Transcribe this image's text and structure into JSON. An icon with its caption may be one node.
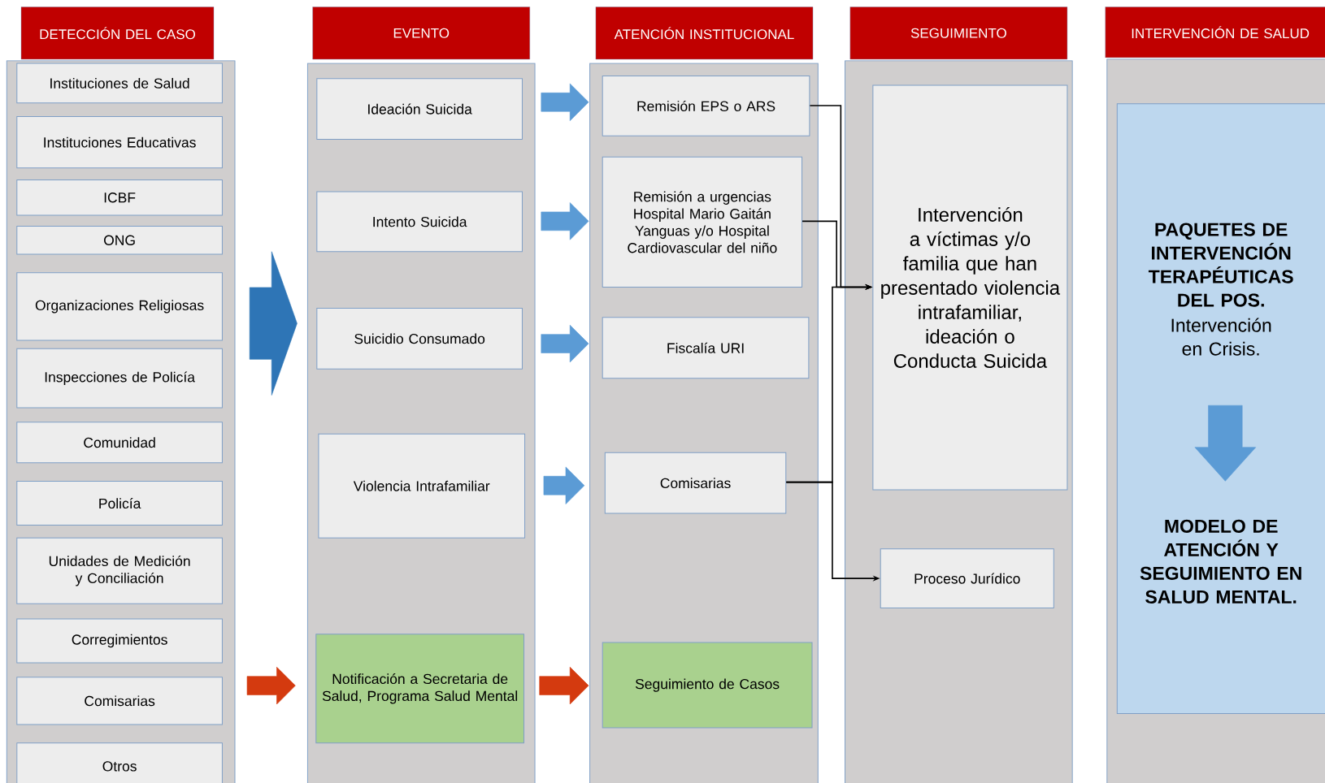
{
  "diagram": {
    "nodes": [
      {
        "text": [
          "DETECCIÓN DEL CASO"
        ]
      },
      {
        "text": [
          "Instituciones de Salud"
        ],
        "in": 0
      },
      {
        "text": [
          "Instituciones Educativas"
        ],
        "in": 0
      },
      {
        "text": [
          "ICBF"
        ],
        "in": 0
      },
      {
        "text": [
          "ONG"
        ],
        "in": 0
      },
      {
        "text": [
          "Organizaciones Religiosas"
        ],
        "in": 0
      },
      {
        "text": [
          "Inspecciones de Policía"
        ],
        "in": 0
      },
      {
        "text": [
          "Comunidad"
        ],
        "in": 0
      },
      {
        "text": [
          "Policía"
        ],
        "in": 0
      },
      {
        "text": [
          "Unidades de Medición y Conciliación"
        ],
        "in": 0
      },
      {
        "text": [
          "Corregimientos"
        ],
        "in": 0
      },
      {
        "text": [
          "Comisarias"
        ],
        "in": 0
      },
      {
        "text": [
          "Otros"
        ],
        "in": 0
      },
      {
        "text": [
          "EVENTO"
        ]
      },
      {
        "text": [
          "Ideación Suicida"
        ],
        "in": 13
      },
      {
        "text": [
          "Intento Suicida"
        ],
        "in": 13
      },
      {
        "text": [
          "Suicidio Consumado"
        ],
        "in": 13
      },
      {
        "text": [
          "Violencia Intrafamiliar"
        ],
        "in": 13
      },
      {
        "text": [
          "Notificación a Secretaria de Salud, Programa Salud Mental"
        ],
        "in": 13
      },
      {
        "text": [
          "ATENCIÓN INSTITUCIONAL"
        ]
      },
      {
        "text": [
          "Remisión EPS o ARS"
        ],
        "in": 19
      },
      {
        "text": [
          "Remisión a urgencias Hospital Mario Gaitán Yanguas y/o Hospital Cardiovascular del niño"
        ],
        "in": 19
      },
      {
        "text": [
          "Fiscalía URI"
        ],
        "in": 19
      },
      {
        "text": [
          "Comisarias"
        ],
        "in": 19
      },
      {
        "text": [
          "Seguimiento de Casos"
        ],
        "in": 19
      },
      {
        "text": [
          "SEGUIMIENTO"
        ]
      },
      {
        "text": [
          "Intervención a víctimas y/o familia que han presentado violencia intrafamiliar, ideación o Conducta Suicida"
        ],
        "in": 25
      },
      {
        "text": [
          "Proceso Jurídico"
        ],
        "in": 25
      },
      {
        "text": [
          "INTERVENCIÓN DE SALUD"
        ]
      },
      {
        "text": [],
        "shape": "box",
        "in": 28
      },
      {
        "text": [
          "PAQUETES DE INTERVENCIÓN TERAPÉUTICAS DEL POS.",
          "Intervención en Crisis."
        ],
        "in": 29
      },
      {
        "text": [
          "MODELO DE ATENCIÓN Y SEGUIMIENTO EN SALUD MENTAL."
        ],
        "in": 29
      }
    ],
    "edges": [
      {
        "from": 0,
        "to": 13,
        "arrow": "to",
        "style": "thick",
        "color": "#2e75b6"
      },
      {
        "from": 0,
        "to": 18,
        "arrow": "to",
        "color": "#d43a0f"
      },
      {
        "from": 14,
        "to": 20,
        "arrow": "to"
      },
      {
        "from": 15,
        "to": 21,
        "arrow": "to"
      },
      {
        "from": 16,
        "to": 22,
        "arrow": "to"
      },
      {
        "from": 17,
        "to": 23,
        "arrow": "to"
      },
      {
        "from": 18,
        "to": 24,
        "arrow": "to",
        "color": "#d43a0f"
      },
      {
        "from": 20,
        "to": 26,
        "arrow": "to",
        "color": "#000000"
      },
      {
        "from": 21,
        "to": 26,
        "arrow": "to",
        "color": "#000000"
      },
      {
        "from": 23,
        "to": 26,
        "arrow": "to",
        "color": "#000000"
      },
      {
        "from": 23,
        "to": 27,
        "arrow": "to",
        "color": "#000000"
      },
      {
        "from": 30,
        "to": 31,
        "arrow": "to",
        "style": "thick"
      }
    ]
  }
}
